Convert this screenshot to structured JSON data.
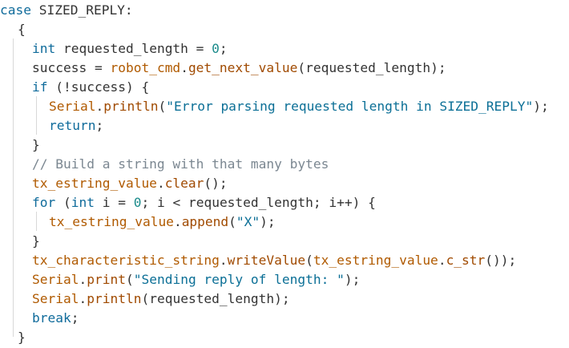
{
  "code": {
    "lines": [
      {
        "name": "line-case",
        "tokens": [
          {
            "c": "tok-kw",
            "t": "case"
          },
          {
            "c": "tok-plain",
            "t": " SIZED_REPLY:"
          }
        ]
      },
      {
        "name": "line-open-brace",
        "tokens": [
          {
            "c": "tok-plain",
            "t": "{"
          }
        ]
      },
      {
        "name": "line-int-decl",
        "tokens": [
          {
            "c": "tok-type",
            "t": "int"
          },
          {
            "c": "tok-plain",
            "t": " requested_length = "
          },
          {
            "c": "tok-num",
            "t": "0"
          },
          {
            "c": "tok-plain",
            "t": ";"
          }
        ]
      },
      {
        "name": "line-success",
        "tokens": [
          {
            "c": "tok-plain",
            "t": "success = "
          },
          {
            "c": "tok-obj",
            "t": "robot_cmd"
          },
          {
            "c": "tok-plain",
            "t": "."
          },
          {
            "c": "tok-fn",
            "t": "get_next_value"
          },
          {
            "c": "tok-plain",
            "t": "(requested_length);"
          }
        ]
      },
      {
        "name": "line-if",
        "tokens": [
          {
            "c": "tok-kw",
            "t": "if"
          },
          {
            "c": "tok-plain",
            "t": " (!success) {"
          }
        ]
      },
      {
        "name": "line-serial-error",
        "tokens": [
          {
            "c": "tok-obj",
            "t": "Serial"
          },
          {
            "c": "tok-plain",
            "t": "."
          },
          {
            "c": "tok-fn",
            "t": "println"
          },
          {
            "c": "tok-plain",
            "t": "("
          },
          {
            "c": "tok-str",
            "t": "\"Error parsing requested length in SIZED_REPLY\""
          },
          {
            "c": "tok-plain",
            "t": ");"
          }
        ]
      },
      {
        "name": "line-return",
        "tokens": [
          {
            "c": "tok-kw",
            "t": "return"
          },
          {
            "c": "tok-plain",
            "t": ";"
          }
        ]
      },
      {
        "name": "line-close-if",
        "tokens": [
          {
            "c": "tok-plain",
            "t": "}"
          }
        ]
      },
      {
        "name": "line-comment",
        "tokens": [
          {
            "c": "tok-cm",
            "t": "// Build a string with that many bytes"
          }
        ]
      },
      {
        "name": "line-clear",
        "tokens": [
          {
            "c": "tok-obj",
            "t": "tx_estring_value"
          },
          {
            "c": "tok-plain",
            "t": "."
          },
          {
            "c": "tok-fn",
            "t": "clear"
          },
          {
            "c": "tok-plain",
            "t": "();"
          }
        ]
      },
      {
        "name": "line-for",
        "tokens": [
          {
            "c": "tok-kw",
            "t": "for"
          },
          {
            "c": "tok-plain",
            "t": " ("
          },
          {
            "c": "tok-type",
            "t": "int"
          },
          {
            "c": "tok-plain",
            "t": " i = "
          },
          {
            "c": "tok-num",
            "t": "0"
          },
          {
            "c": "tok-plain",
            "t": "; i < requested_length; i++) {"
          }
        ]
      },
      {
        "name": "line-append",
        "tokens": [
          {
            "c": "tok-obj",
            "t": "tx_estring_value"
          },
          {
            "c": "tok-plain",
            "t": "."
          },
          {
            "c": "tok-fn",
            "t": "append"
          },
          {
            "c": "tok-plain",
            "t": "("
          },
          {
            "c": "tok-str",
            "t": "\"X\""
          },
          {
            "c": "tok-plain",
            "t": ");"
          }
        ]
      },
      {
        "name": "line-close-for",
        "tokens": [
          {
            "c": "tok-plain",
            "t": "}"
          }
        ]
      },
      {
        "name": "line-write-value",
        "tokens": [
          {
            "c": "tok-obj",
            "t": "tx_characteristic_string"
          },
          {
            "c": "tok-plain",
            "t": "."
          },
          {
            "c": "tok-fn",
            "t": "writeValue"
          },
          {
            "c": "tok-plain",
            "t": "("
          },
          {
            "c": "tok-obj",
            "t": "tx_estring_value"
          },
          {
            "c": "tok-plain",
            "t": "."
          },
          {
            "c": "tok-fn",
            "t": "c_str"
          },
          {
            "c": "tok-plain",
            "t": "());"
          }
        ]
      },
      {
        "name": "line-serial-print",
        "tokens": [
          {
            "c": "tok-obj",
            "t": "Serial"
          },
          {
            "c": "tok-plain",
            "t": "."
          },
          {
            "c": "tok-fn",
            "t": "print"
          },
          {
            "c": "tok-plain",
            "t": "("
          },
          {
            "c": "tok-str",
            "t": "\"Sending reply of length: \""
          },
          {
            "c": "tok-plain",
            "t": ");"
          }
        ]
      },
      {
        "name": "line-serial-println",
        "tokens": [
          {
            "c": "tok-obj",
            "t": "Serial"
          },
          {
            "c": "tok-plain",
            "t": "."
          },
          {
            "c": "tok-fn",
            "t": "println"
          },
          {
            "c": "tok-plain",
            "t": "(requested_length);"
          }
        ]
      },
      {
        "name": "line-break",
        "tokens": [
          {
            "c": "tok-kw",
            "t": "break"
          },
          {
            "c": "tok-plain",
            "t": ";"
          }
        ]
      },
      {
        "name": "line-close-case",
        "tokens": [
          {
            "c": "tok-plain",
            "t": "}"
          }
        ]
      }
    ]
  }
}
